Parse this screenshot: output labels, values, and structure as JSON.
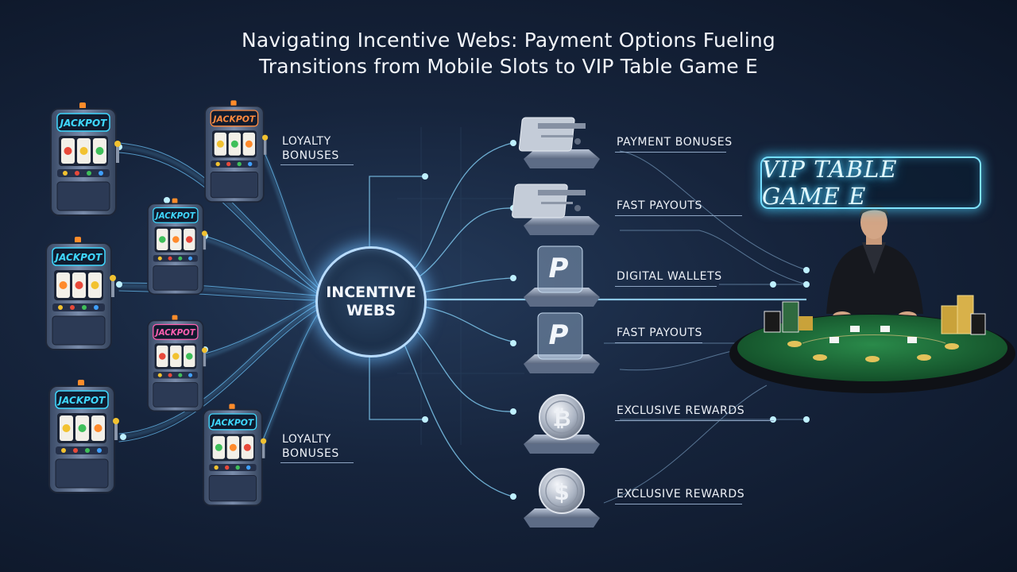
{
  "title": {
    "line1": "Navigating Incentive Webs: Payment Options Fueling",
    "line2": "Transitions from Mobile Slots to VIP Table Game E"
  },
  "hub": {
    "line1": "INCENTIVE",
    "line2": "WEBS"
  },
  "slot_machine_sign": "JACKPOT",
  "slot_labels": [
    {
      "line1": "LOYALTY",
      "line2": "BONUSES"
    },
    {
      "line1": "LOYALTY",
      "line2": "BONUSES"
    }
  ],
  "payment_options": [
    {
      "label": "PAYMENT BONUSES",
      "icon": "credit-card-icon"
    },
    {
      "label": "FAST PAYOUTS",
      "icon": "credit-card-icon"
    },
    {
      "label": "DIGITAL WALLETS",
      "icon": "paypal-icon"
    },
    {
      "label": "FAST PAYOUTS",
      "icon": "paypal-icon"
    },
    {
      "label": "EXCLUSIVE REWARDS",
      "icon": "bitcoin-coin-icon"
    },
    {
      "label": "EXCLUSIVE REWARDS",
      "icon": "dollar-coin-icon"
    }
  ],
  "vip_sign": "VIP TABLE GAME E",
  "colors": {
    "background": "#16243c",
    "glow": "#7fe3ff",
    "stream": "#6ec8ff",
    "felt": "#1f6b3a"
  }
}
